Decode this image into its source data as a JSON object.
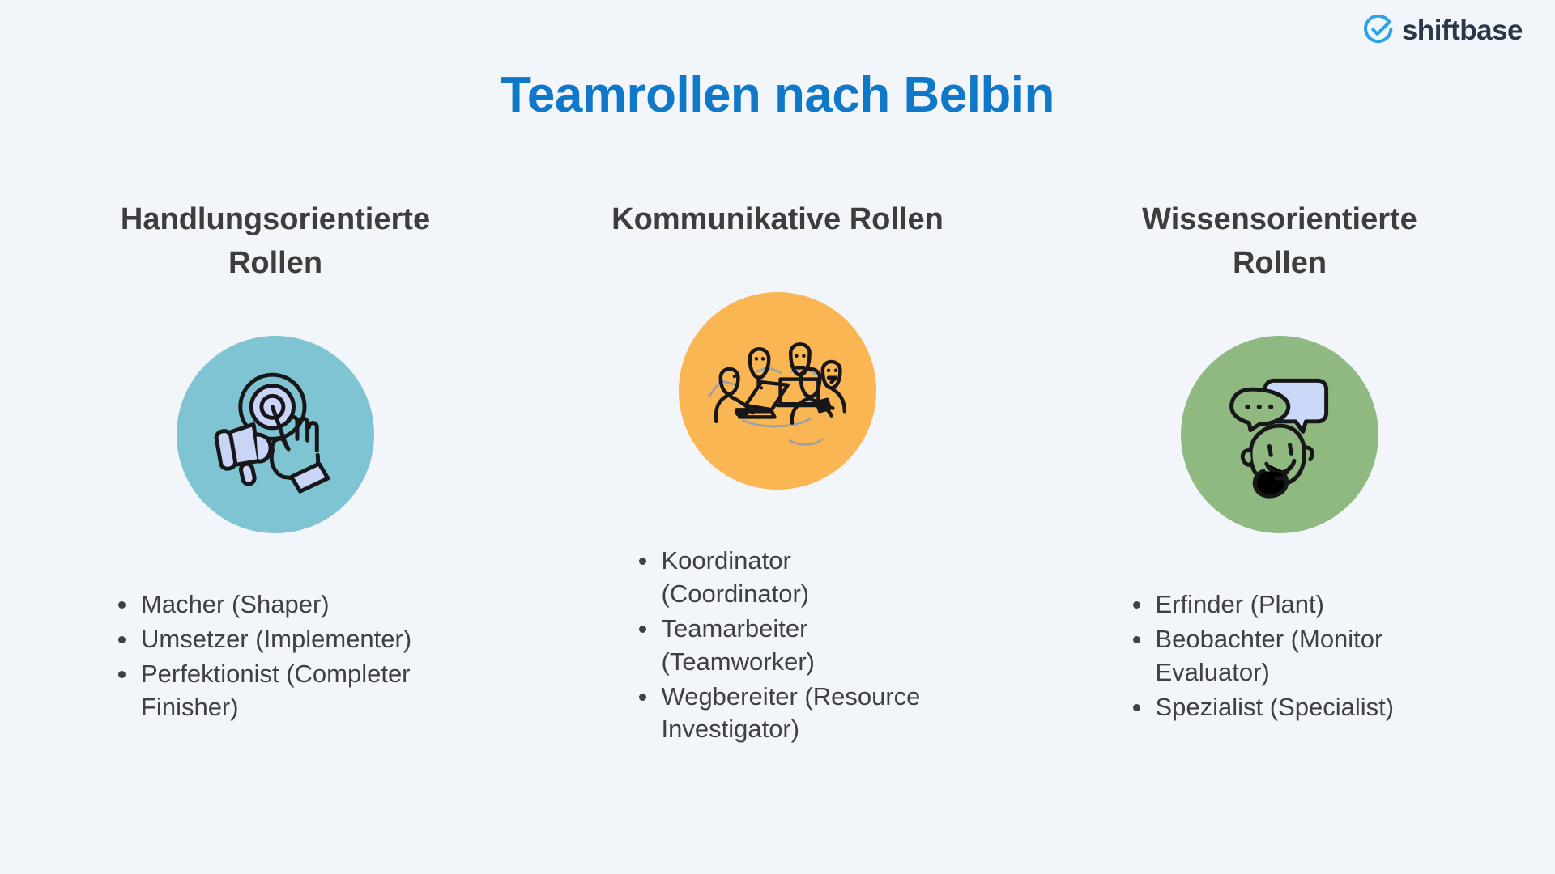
{
  "brand": {
    "name": "shiftbase",
    "logo_icon": "check-circle-icon",
    "accent_color": "#2aa3e8",
    "word_color": "#2b3648"
  },
  "header": {
    "title": "Teamrollen nach Belbin",
    "title_color": "#1078c8"
  },
  "page": {
    "background_color": "#f2f6fa",
    "heading_color": "#3d3d3d",
    "body_text_color": "#3f3f46"
  },
  "columns": [
    {
      "heading": "Handlungsorientierte Rollen",
      "icon_name": "hand-pointing-target-megaphone-icon",
      "circle_color": "#7fc4d2",
      "icon_fill": "#c9d4f7",
      "roles": [
        "Macher (Shaper)",
        "Umsetzer (Implementer)",
        "Perfektionist (Completer Finisher)"
      ]
    },
    {
      "heading": "Kommunikative Rollen",
      "icon_name": "team-meeting-icon",
      "circle_color": "#f9b653",
      "icon_fill": "#f9b653",
      "roles": [
        "Koordinator (Coordinator)",
        "Teamarbeiter (Teamworker)",
        "Wegbereiter (Resource Investigator)"
      ]
    },
    {
      "heading": "Wissensorientierte Rollen",
      "icon_name": "thinking-person-speech-bubbles-icon",
      "circle_color": "#8fb980",
      "icon_fill": "#c9d9f7",
      "roles": [
        "Erfinder (Plant)",
        "Beobachter (Monitor Evaluator)",
        "Spezialist (Specialist)"
      ]
    }
  ]
}
